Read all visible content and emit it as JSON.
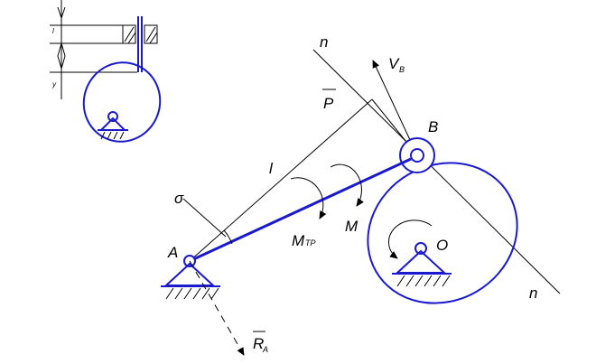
{
  "labels": {
    "n_top": "n",
    "n_bottom": "n",
    "v": "V",
    "v_sub": "B",
    "p": "P",
    "b": "B",
    "l": "l",
    "angle": "σ",
    "m_tr": "M",
    "m_tr_sub": "ТР",
    "m": "M",
    "a": "A",
    "o": "O",
    "r": "R",
    "r_sub": "A",
    "inset_l": "l",
    "inset_y": "y"
  },
  "colors": {
    "link": "#1a1acc",
    "construction": "#000000"
  }
}
